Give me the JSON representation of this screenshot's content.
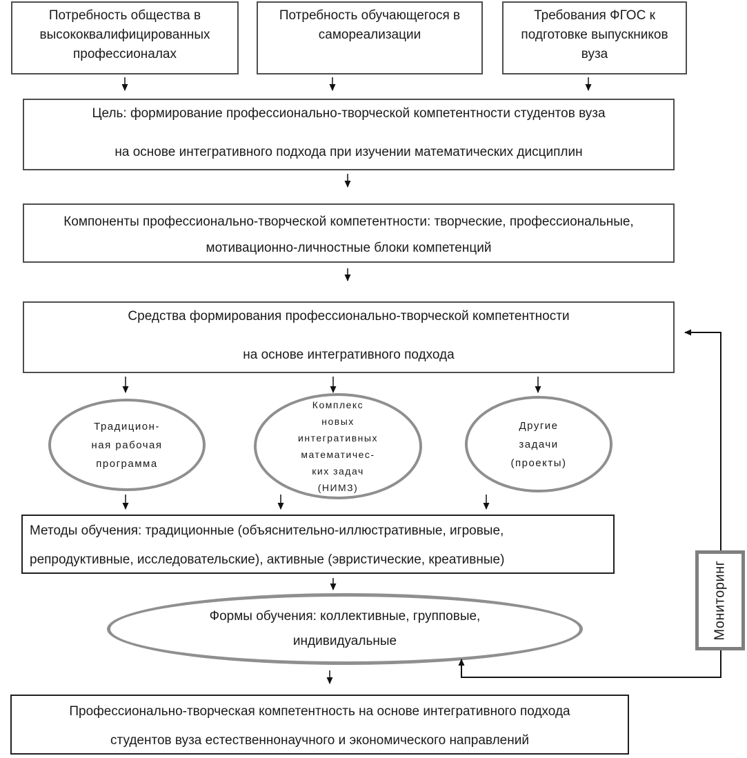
{
  "colors": {
    "box_border": "#4d4d4d",
    "thin_border": "#1f1f1f",
    "ellipse_border": "#8f8f8f",
    "monitor_border": "#7f7f7f",
    "arrow": "#111111",
    "text": "#1a1a1a",
    "background": "#ffffff"
  },
  "nodes": {
    "need_society": {
      "text": "Потребность общества в высококвалифицированных профессионалах"
    },
    "need_student": {
      "text": "Потребность обучающегося в самореализации"
    },
    "fgos": {
      "text": "Требования ФГОС к подготовке выпускников вуза"
    },
    "goal": {
      "line1": "Цель: формирование профессионально-творческой компетентности студентов вуза",
      "line2": "на основе интегративного подхода при изучении математических дисциплин"
    },
    "components": {
      "text": "Компоненты профессионально-творческой компетентности: творческие, профессиональные,\nмотивационно-личностные блоки компетенций"
    },
    "means": {
      "line1": "Средства формирования профессионально-творческой компетентности",
      "line2": "на основе интегративного подхода"
    },
    "ellipse_traditional": {
      "text": "Традицион-\nная рабочая\nпрограмма"
    },
    "ellipse_nimz": {
      "text": "Комплекс\nновых\nинтегративных\nматематичес-\nких задач\n(НИМЗ)"
    },
    "ellipse_other": {
      "text": "Другие\nзадачи\n(проекты)"
    },
    "methods": {
      "text": "Методы обучения: традиционные (объяснительно-иллюстративные, игровые,\nрепродуктивные, исследовательские), активные (эвристические, креативные)"
    },
    "forms": {
      "text": "Формы обучения: коллективные, групповые,\nиндивидуальные"
    },
    "result": {
      "text": "Профессионально-творческая компетентность на основе интегративного подхода\nстудентов вуза естественнонаучного и экономического направлений"
    },
    "monitoring": {
      "text": "Мониторинг"
    }
  }
}
